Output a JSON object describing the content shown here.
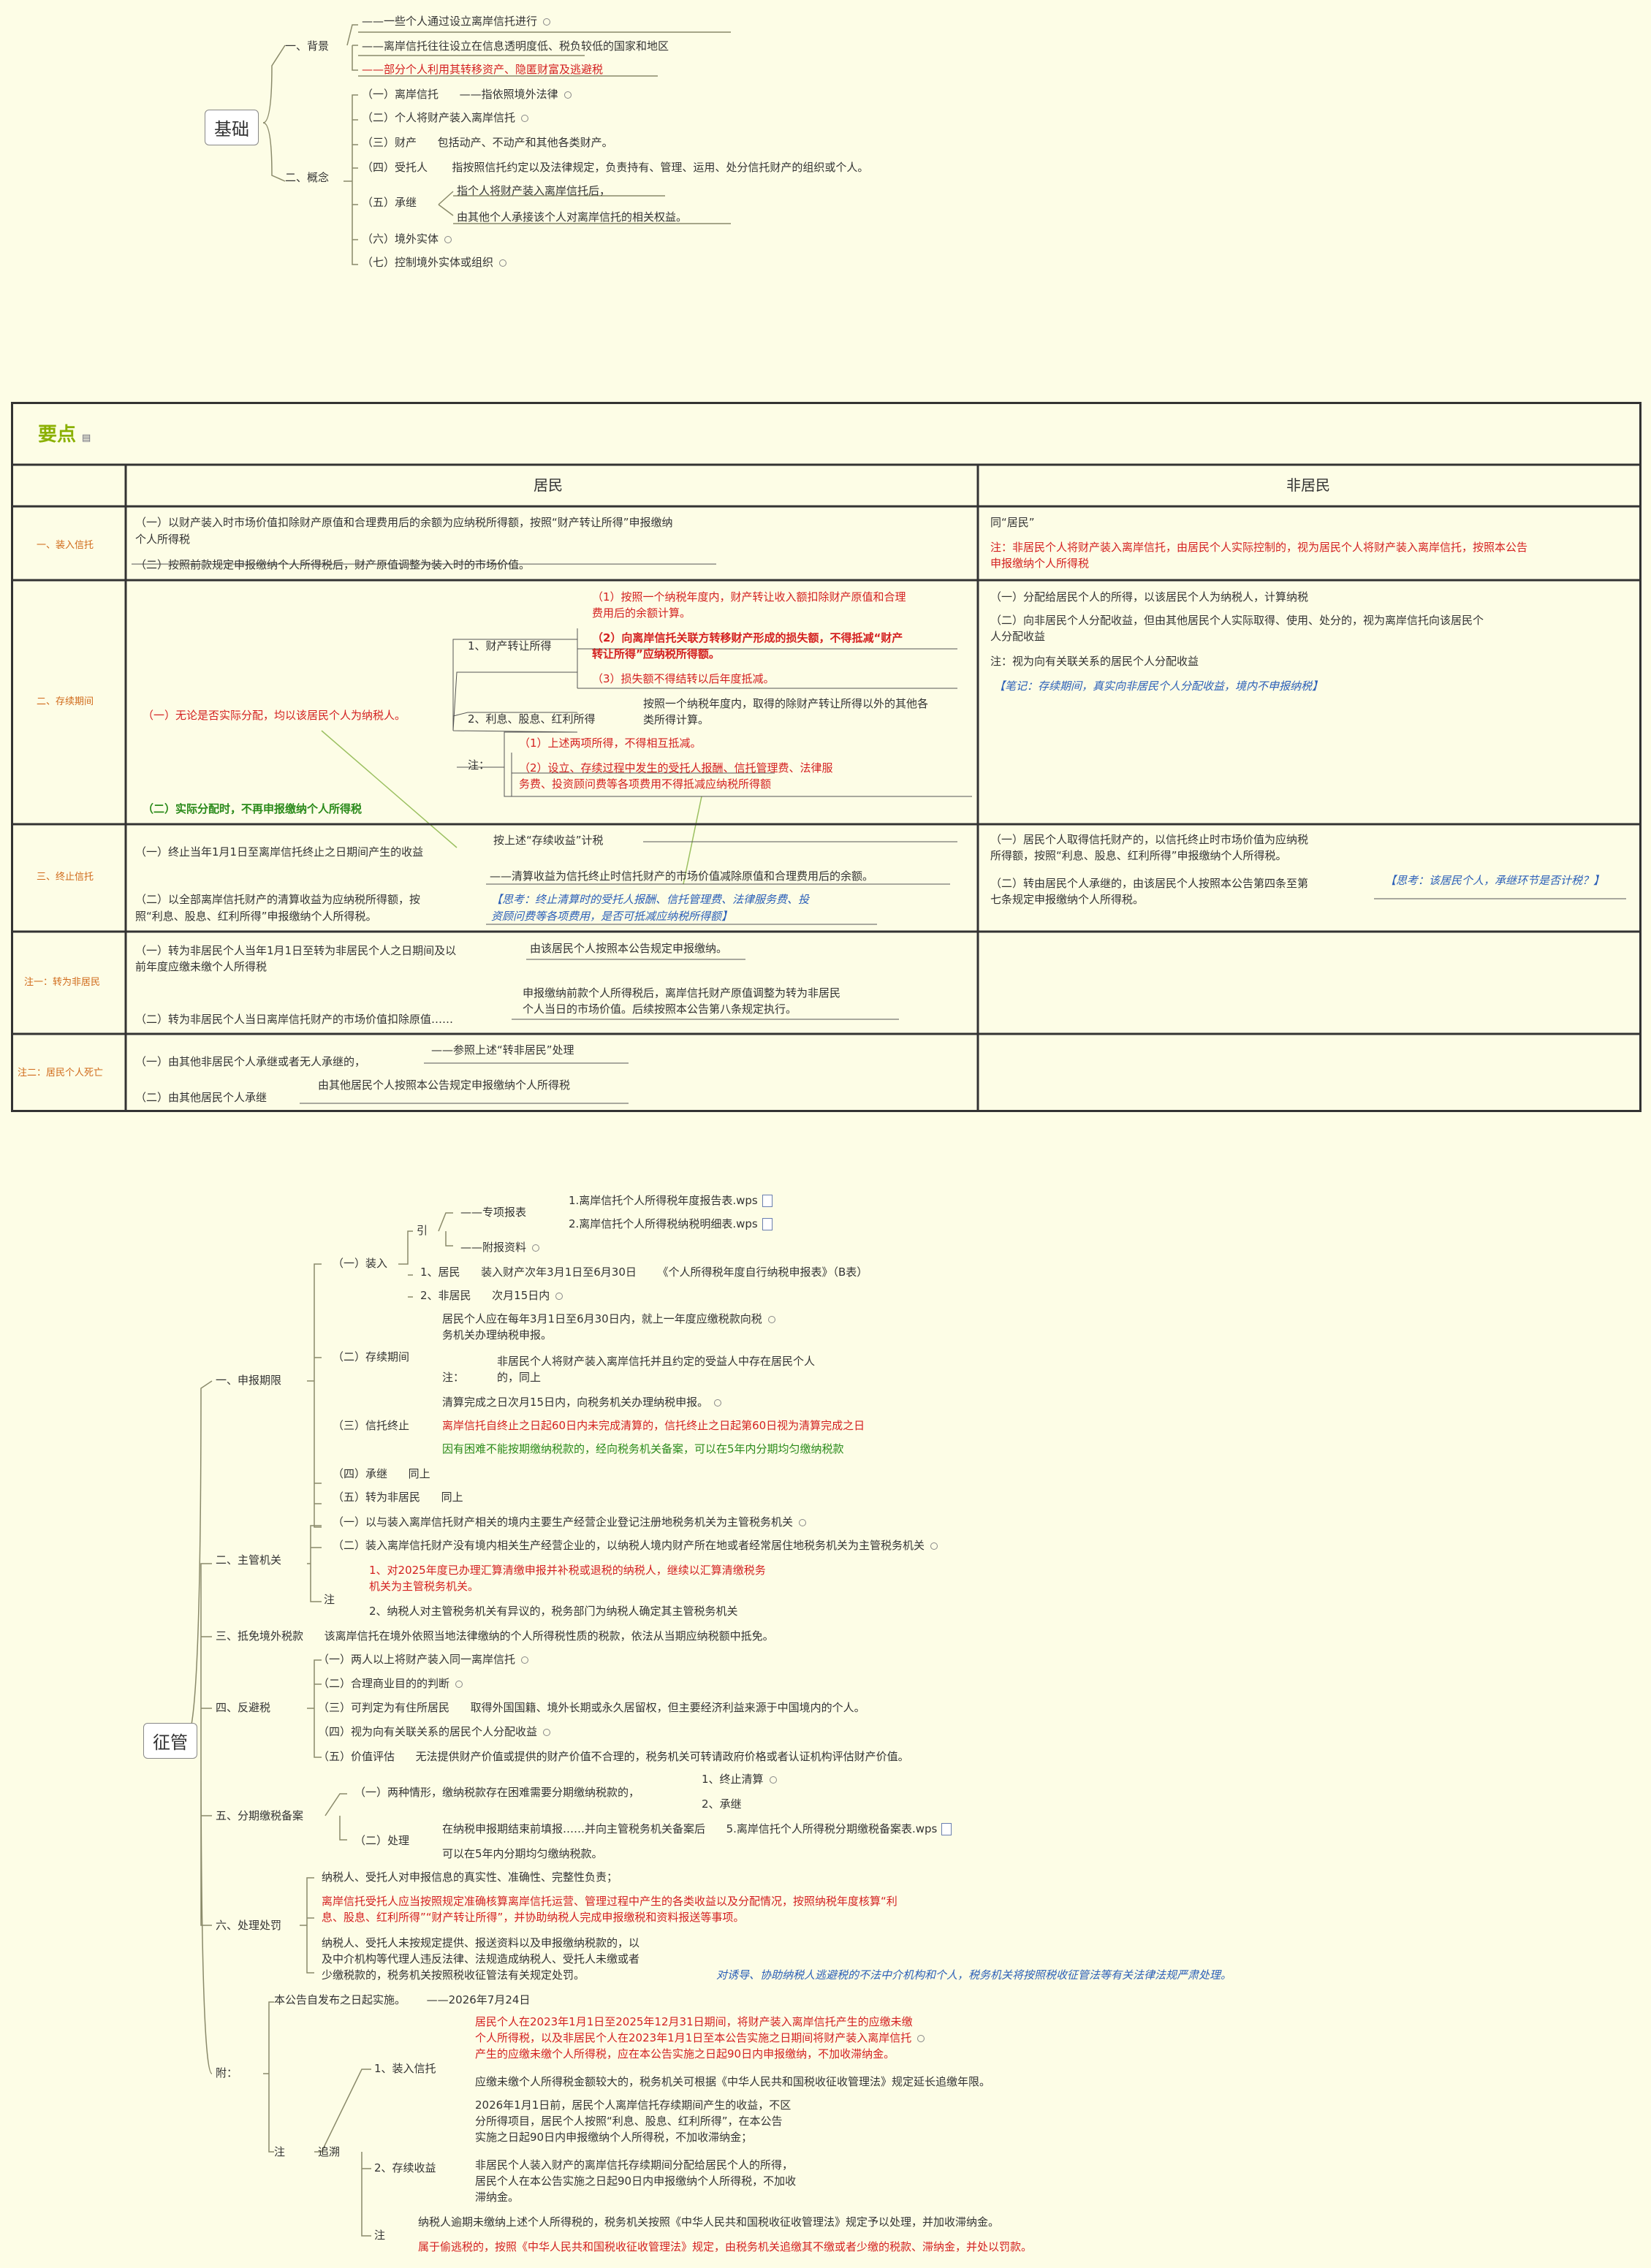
{
  "basics": {
    "root": "基础",
    "bg": "一、背景",
    "bg1": "——一些个人通过设立离岸信托进行",
    "bg2": "——离岸信托往往设立在信息透明度低、税负较低的国家和地区",
    "bg3": "——部分个人利用其转移资产、隐匿财富及逃避税",
    "concept": "二、概念",
    "c1": "（一）离岸信托",
    "c1d": "——指依照境外法律",
    "c2": "（二）个人将财产装入离岸信托",
    "c3": "（三）财产",
    "c3d": "包括动产、不动产和其他各类财产。",
    "c4": "（四）受托人",
    "c4d": "指按照信托约定以及法律规定，负责持有、管理、运用、处分信托财产的组织或个人。",
    "c5": "（五）承继",
    "c5a": "指个人将财产装入离岸信托后，",
    "c5b": "由其他个人承接该个人对离岸信托的相关权益。",
    "c6": "（六）境外实体",
    "c7": "（七）控制境外实体或组织"
  },
  "table": {
    "title": "要点",
    "h_res": "居民",
    "h_nonres": "非居民",
    "r1": "一、装入信托",
    "r1a": "（一）以财产装入时市场价值扣除财产原值和合理费用后的余额为应纳税所得额，按照“财产转让所得”申报缴纳",
    "r1a2": "个人所得税",
    "r1b": "（二）按照前款规定申报缴纳个人所得税后，财产原值调整为装入时的市场价值。",
    "r1n1": "同“居民”",
    "r1n2": "注：非居民个人将财产装入离岸信托，由居民个人实际控制的，视为居民个人将财产装入离岸信托，按照本公告",
    "r1n3": "申报缴纳个人所得税",
    "r2": "二、存续期间",
    "r2main": "（一）无论是否实际分配，均以该居民个人为纳税人。",
    "r2_1": "1、财产转让所得",
    "r2_1a": "（1）按照一个纳税年度内，财产转让收入额扣除财产原值和合理",
    "r2_1a2": "费用后的余额计算。",
    "r2_1b": "（2）向离岸信托关联方转移财产形成的损失额，不得抵减“财产",
    "r2_1b2": "转让所得”应纳税所得额。",
    "r2_1c": "（3）损失额不得结转以后年度抵减。",
    "r2_2": "2、利息、股息、红利所得",
    "r2_2a": "按照一个纳税年度内，取得的除财产转让所得以外的其他各",
    "r2_2a2": "类所得计算。",
    "r2_note": "注：",
    "r2_n1": "（1）上述两项所得，不得相互抵减。",
    "r2_n2": "（2）设立、存续过程中发生的受托人报酬、信托管理费、法律服",
    "r2_n2b": "务费、投资顾问费等各项费用不得抵减应纳税所得额",
    "r2_b": "（二）实际分配时，不再申报缴纳个人所得税",
    "r2n1": "（一）分配给居民个人的所得，以该居民个人为纳税人，计算纳税",
    "r2n2": "（二）向非居民个人分配收益，但由其他居民个人实际取得、使用、处分的，视为离岸信托向该居民个",
    "r2n2b": "人分配收益",
    "r2n3": "注：视为向有关联关系的居民个人分配收益",
    "r2n4": "【笔记：存续期间，真实向非居民个人分配收益，境内不申报纳税】",
    "r3": "三、终止信托",
    "r3a": "（一）终止当年1月1日至离岸信托终止之日期间产生的收益",
    "r3a1": "按上述“存续收益”计税",
    "r3b1": "——清算收益为信托终止时信托财产的市场价值减除原值和合理费用后的余额。",
    "r3b": "（二）以全部离岸信托财产的清算收益为应纳税所得额，按",
    "r3b2": "照“利息、股息、红利所得”申报缴纳个人所得税。",
    "r3c": "【思考：终止清算时的受托人报酬、信托管理费、法律服务费、投",
    "r3c2": "资顾问费等各项费用，是否可抵减应纳税所得额】",
    "r3n1": "（一）居民个人取得信托财产的，以信托终止时市场价值为应纳税",
    "r3n1b": "所得额，按照“利息、股息、红利所得”申报缴纳个人所得税。",
    "r3n2": "（二）转由居民个人承继的，由该居民个人按照本公告第四条至第",
    "r3n2b": "七条规定申报缴纳个人所得税。",
    "r3n3": "【思考：该居民个人，承继环节是否计税？】",
    "r4": "注一：转为非居民",
    "r4a": "（一）转为非居民个人当年1月1日至转为非居民个人之日期间及以",
    "r4a2": "前年度应缴未缴个人所得税",
    "r4a1": "由该居民个人按照本公告规定申报缴纳。",
    "r4b1": "申报缴纳前款个人所得税后，离岸信托财产原值调整为转为非居民",
    "r4b2": "个人当日的市场价值。后续按照本公告第八条规定执行。",
    "r4b": "（二）转为非居民个人当日离岸信托财产的市场价值扣除原值……",
    "r5": "注二：居民个人死亡",
    "r5a": "（一）由其他非居民个人承继或者无人承继的，",
    "r5a1": "——参照上述“转非居民”处理",
    "r5b1": "由其他居民个人按照本公告规定申报缴纳个人所得税",
    "r5b": "（二）由其他居民个人承继"
  },
  "admin": {
    "root": "征管",
    "s1": "一、申报期限",
    "s1_1": "（一）装入",
    "s1_1y": "引",
    "s1_1y1": "——专项报表",
    "s1_1f1": "1.离岸信托个人所得税年度报告表.wps",
    "s1_1f2": "2.离岸信托个人所得税纳税明细表.wps",
    "s1_1y2": "——附报资料",
    "s1_1a": "1、居民",
    "s1_1a1": "装入财产次年3月1日至6月30日",
    "s1_1a2": "《个人所得税年度自行纳税申报表》（B表）",
    "s1_1b": "2、非居民",
    "s1_1b1": "次月15日内",
    "s1_2": "（二）存续期间",
    "s1_2a": "居民个人应在每年3月1日至6月30日内，就上一年度应缴税款向税",
    "s1_2a2": "务机关办理纳税申报。",
    "s1_2n": "注：",
    "s1_2b": "非居民个人将财产装入离岸信托并且约定的受益人中存在居民个人",
    "s1_2b2": "的，同上",
    "s1_3": "（三）信托终止",
    "s1_3a": "清算完成之日次月15日内，向税务机关办理纳税申报。",
    "s1_3b": "离岸信托自终止之日起60日内未完成清算的，信托终止之日起第60日视为清算完成之日",
    "s1_3c": "因有困难不能按期缴纳税款的，经向税务机关备案，可以在5年内分期均匀缴纳税款",
    "s1_4": "（四）承继",
    "s1_4a": "同上",
    "s1_5": "（五）转为非居民",
    "s1_5a": "同上",
    "s2": "二、主管机关",
    "s2_1": "（一）以与装入离岸信托财产相关的境内主要生产经营企业登记注册地税务机关为主管税务机关",
    "s2_2": "（二）装入离岸信托财产没有境内相关生产经营企业的，以纳税人境内财产所在地或者经常居住地税务机关为主管税务机关",
    "s2_n": "注",
    "s2_n1": "1、对2025年度已办理汇算清缴申报并补税或退税的纳税人，继续以汇算清缴税务",
    "s2_n1b": "机关为主管税务机关。",
    "s2_n2": "2、纳税人对主管税务机关有异议的，税务部门为纳税人确定其主管税务机关",
    "s3": "三、抵免境外税款",
    "s3a": "该离岸信托在境外依照当地法律缴纳的个人所得税性质的税款，依法从当期应纳税额中抵免。",
    "s4": "四、反避税",
    "s4_1": "（一）两人以上将财产装入同一离岸信托",
    "s4_2": "（二）合理商业目的的判断",
    "s4_3": "（三）可判定为有住所居民",
    "s4_3a": "取得外国国籍、境外长期或永久居留权，但主要经济利益来源于中国境内的个人。",
    "s4_4": "（四）视为向有关联关系的居民个人分配收益",
    "s4_5": "（五）价值评估",
    "s4_5a": "无法提供财产价值或提供的财产价值不合理的，税务机关可转请政府价格或者认证机构评估财产价值。",
    "s5": "五、分期缴税备案",
    "s5_1": "（一）两种情形，缴纳税款存在困难需要分期缴纳税款的，",
    "s5_1a": "1、终止清算",
    "s5_1b": "2、承继",
    "s5_2": "（二）处理",
    "s5_2a": "在纳税申报期结束前填报……并向主管税务机关备案后",
    "s5_2f": "5.离岸信托个人所得税分期缴税备案表.wps",
    "s5_2b": "可以在5年内分期均匀缴纳税款。",
    "s6": "六、处理处罚",
    "s6a": "纳税人、受托人对申报信息的真实性、准确性、完整性负责；",
    "s6b": "离岸信托受托人应当按照规定准确核算离岸信托运营、管理过程中产生的各类收益以及分配情况，按照纳税年度核算“利",
    "s6b2": "息、股息、红利所得”“财产转让所得”，并协助纳税人完成申报缴税和资料报送等事项。",
    "s6c": "纳税人、受托人未按规定提供、报送资料以及申报缴纳税款的，以",
    "s6c2": "及中介机构等代理人违反法律、法规造成纳税人、受托人未缴或者",
    "s6c3": "少缴税款的，税务机关按照税收征管法有关规定处罚。",
    "s6d": "对诱导、协助纳税人逃避税的不法中介机构和个人，税务机关将按照税收征管法等有关法律法规严肃处理。",
    "ap": "附：",
    "ap1": "本公告自发布之日起实施。",
    "ap1a": "——2026年7月24日",
    "apn": "注",
    "aptr": "追溯",
    "ap_1": "1、装入信托",
    "ap_1a": "居民个人在2023年1月1日至2025年12月31日期间，将财产装入离岸信托产生的应缴未缴",
    "ap_1a2": "个人所得税，以及非居民个人在2023年1月1日至本公告实施之日期间将财产装入离岸信托",
    "ap_1a3": "产生的应缴未缴个人所得税，应在本公告实施之日起90日内申报缴纳，不加收滞纳金。",
    "ap_1b": "应缴未缴个人所得税金额较大的，税务机关可根据《中华人民共和国税收征收管理法》规定延长追缴年限。",
    "ap_2": "2、存续收益",
    "ap_2a": "2026年1月1日前，居民个人离岸信托存续期间产生的收益，不区",
    "ap_2a2": "分所得项目，居民个人按照“利息、股息、红利所得”，在本公告",
    "ap_2a3": "实施之日起90日内申报缴纳个人所得税，不加收滞纳金；",
    "ap_2b": "非居民个人装入财产的离岸信托存续期间分配给居民个人的所得，",
    "ap_2b2": "居民个人在本公告实施之日起90日内申报缴纳个人所得税，不加收",
    "ap_2b3": "滞纳金。",
    "ap_n": "注",
    "ap_n1": "纳税人逾期未缴纳上述个人所得税的，税务机关按照《中华人民共和国税收征收管理法》规定予以处理，并加收滞纳金。",
    "ap_n2": "属于偷逃税的，按照《中华人民共和国税收征收管理法》规定，由税务机关追缴其不缴或者少缴的税款、滞纳金，并处以罚款。"
  }
}
